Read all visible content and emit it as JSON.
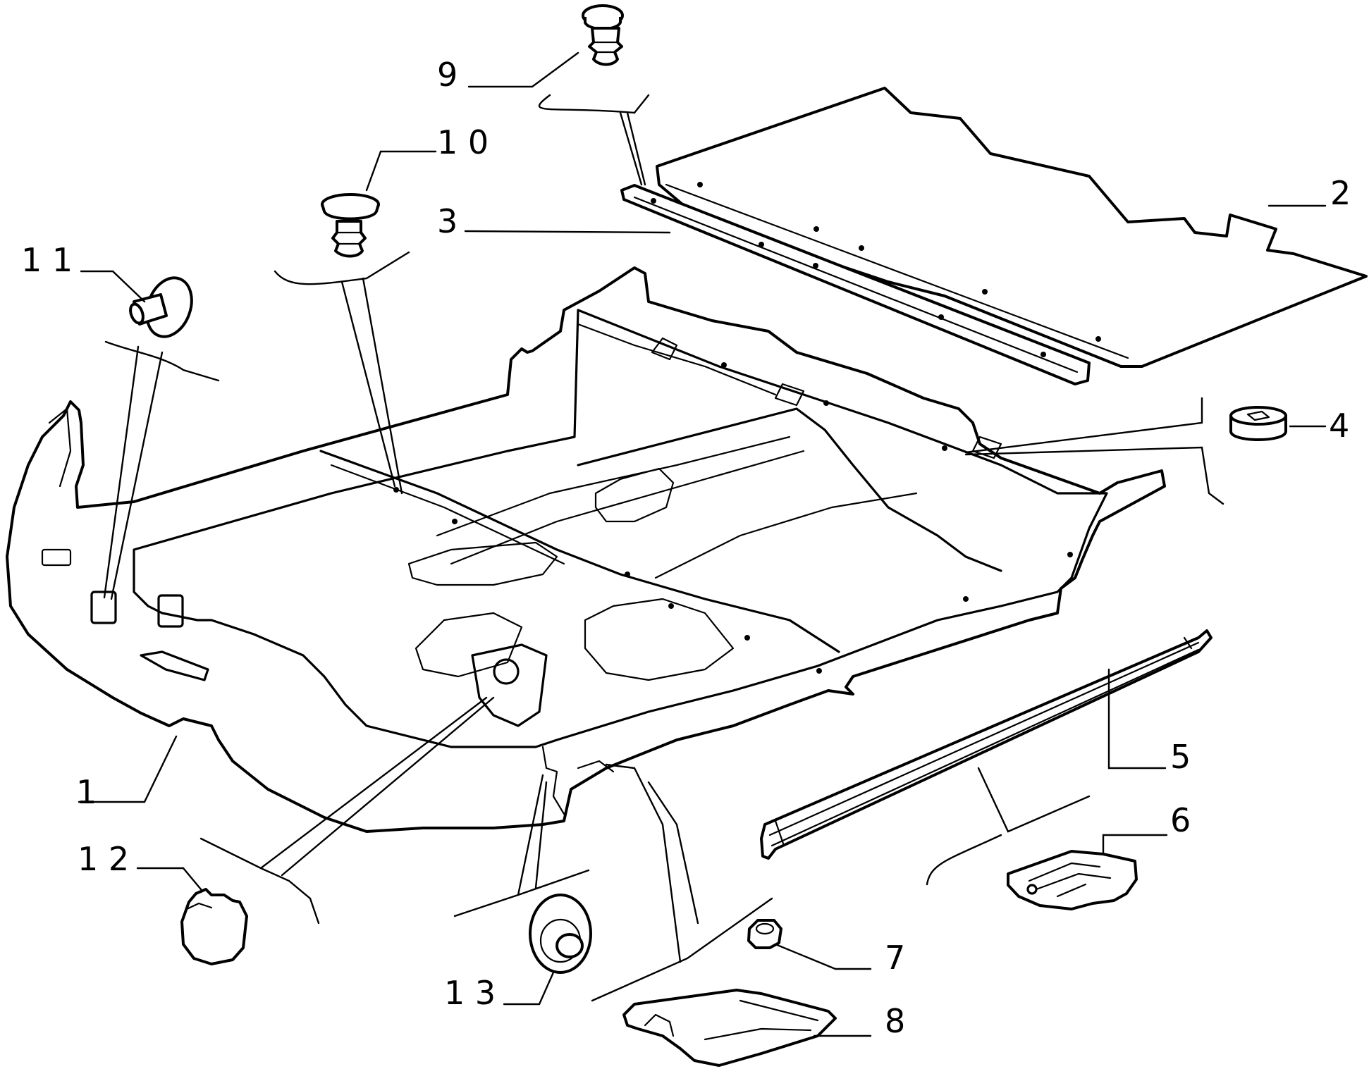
{
  "callouts": {
    "c1": "1",
    "c2": "2",
    "c3": "3",
    "c4": "4",
    "c5": "5",
    "c6": "6",
    "c7": "7",
    "c8": "8",
    "c9": "9",
    "c10": "1 0",
    "c11": "1 1",
    "c12": "1 2",
    "c13": "1 3"
  }
}
